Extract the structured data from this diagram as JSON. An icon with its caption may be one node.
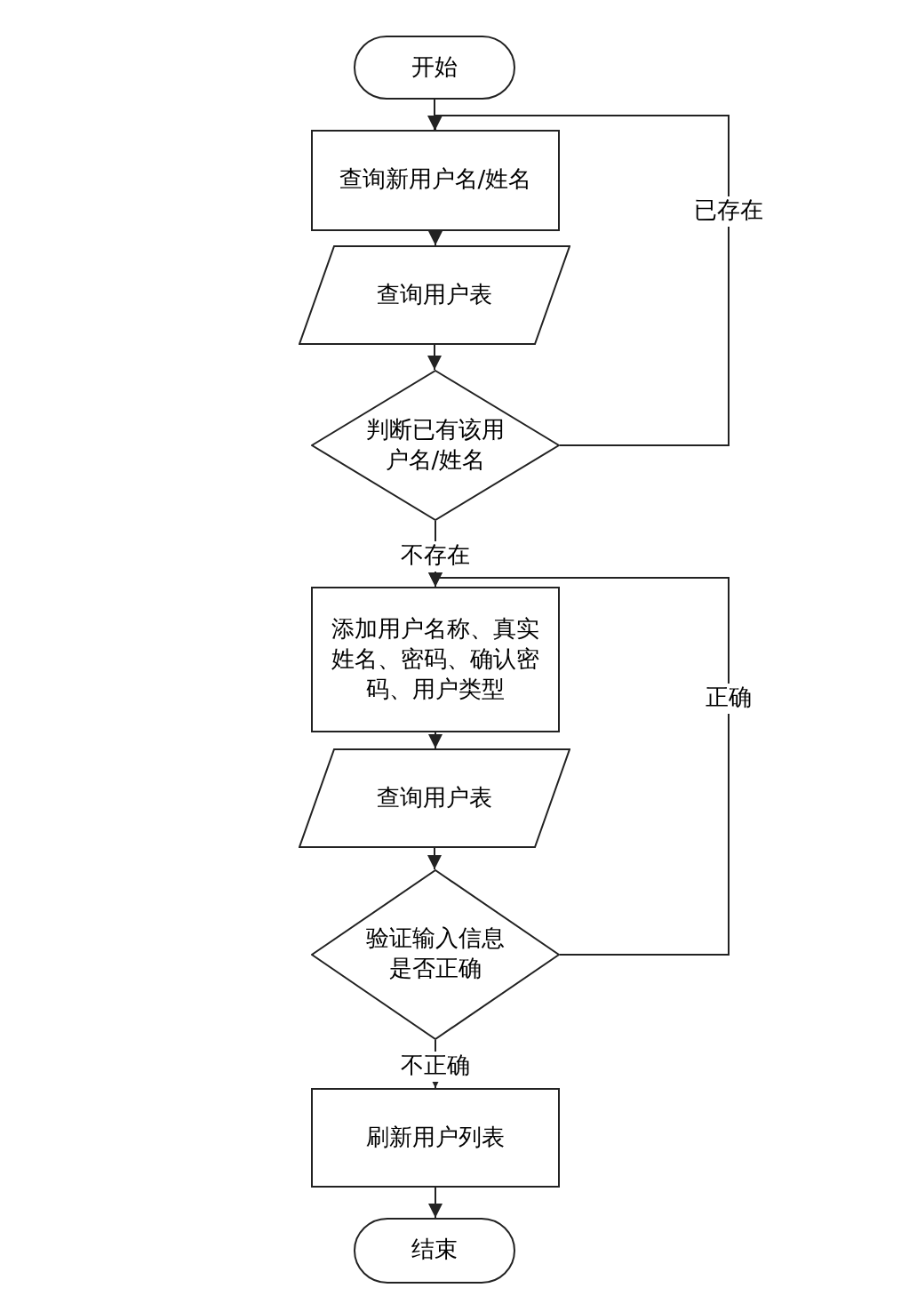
{
  "diagram": {
    "nodes": [
      {
        "text": [
          "开始"
        ]
      },
      {
        "text": [
          "查询新用户名/姓名"
        ]
      },
      {
        "text": [
          "查询用户表"
        ]
      },
      {
        "text": [
          "判断已有该用户名/姓名"
        ]
      },
      {
        "text": [
          "添加用户名称、真实姓名、密码、确认密码、用户类型"
        ]
      },
      {
        "text": [
          "查询用户表"
        ]
      },
      {
        "text": [
          "验证输入信息是否正确"
        ]
      },
      {
        "text": [
          "刷新用户列表"
        ]
      },
      {
        "text": [
          "结束"
        ]
      }
    ],
    "edges": [
      {
        "from": 0,
        "to": 1,
        "arrow": "to"
      },
      {
        "from": 1,
        "to": 2,
        "arrow": "to"
      },
      {
        "from": 2,
        "to": 3,
        "arrow": "to"
      },
      {
        "from": 3,
        "to": 1,
        "arrow": "to",
        "label": "已存在"
      },
      {
        "from": 3,
        "to": 4,
        "arrow": "to",
        "label": "不存在"
      },
      {
        "from": 4,
        "to": 5,
        "arrow": "to"
      },
      {
        "from": 5,
        "to": 6,
        "arrow": "to"
      },
      {
        "from": 6,
        "to": 4,
        "arrow": "to",
        "label": "正确"
      },
      {
        "from": 6,
        "to": 7,
        "arrow": "to",
        "label": "不正确"
      },
      {
        "from": 7,
        "to": 8,
        "arrow": "to"
      }
    ]
  }
}
